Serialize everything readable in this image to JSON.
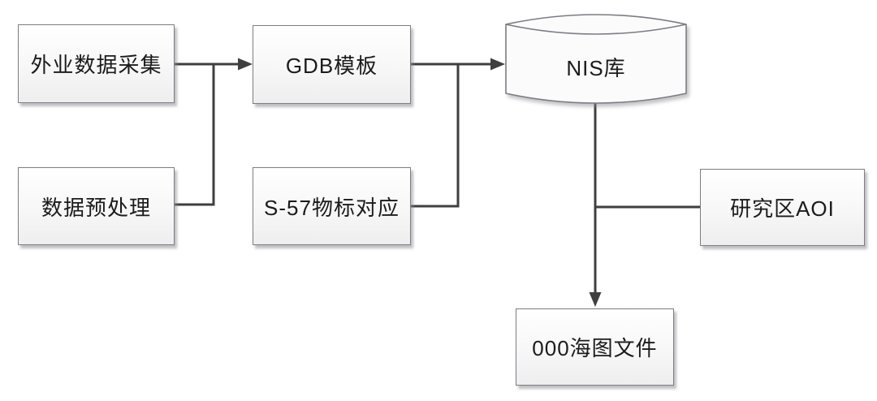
{
  "diagram": {
    "type": "flowchart",
    "nodes": {
      "field_data_collection": {
        "label": "外业数据采集",
        "shape": "process-rect"
      },
      "data_preprocessing": {
        "label": "数据预处理",
        "shape": "process-rect"
      },
      "gdb_template": {
        "label": "GDB模板",
        "shape": "process-rect"
      },
      "s57_object_mapping": {
        "label": "S-57物标对应",
        "shape": "process-rect"
      },
      "nis_database": {
        "label": "NIS库",
        "shape": "database-cylinder"
      },
      "study_area_aoi": {
        "label": "研究区AOI",
        "shape": "process-rect"
      },
      "chart_file_000": {
        "label": "000海图文件",
        "shape": "process-rect"
      }
    },
    "edges": [
      {
        "from": "field_data_collection",
        "to": "gdb_template",
        "arrow": true
      },
      {
        "from": "data_preprocessing",
        "to": "gdb_template",
        "arrow": true,
        "via": "merge-with-field_data_collection"
      },
      {
        "from": "gdb_template",
        "to": "nis_database",
        "arrow": true
      },
      {
        "from": "s57_object_mapping",
        "to": "nis_database",
        "arrow": true,
        "via": "merge-with-gdb_template"
      },
      {
        "from": "nis_database",
        "to": "chart_file_000",
        "arrow": true
      },
      {
        "from": "study_area_aoi",
        "to": "nis_database",
        "arrow": false,
        "via": "joins-vertical-connector"
      }
    ],
    "colors": {
      "background": "#ffffff",
      "connector": "#3f3f3f",
      "node_border": "#7d7d82",
      "node_fill_top": "#ffffff",
      "node_fill_bottom": "#eeeeef",
      "text": "#1b1b1b"
    }
  }
}
